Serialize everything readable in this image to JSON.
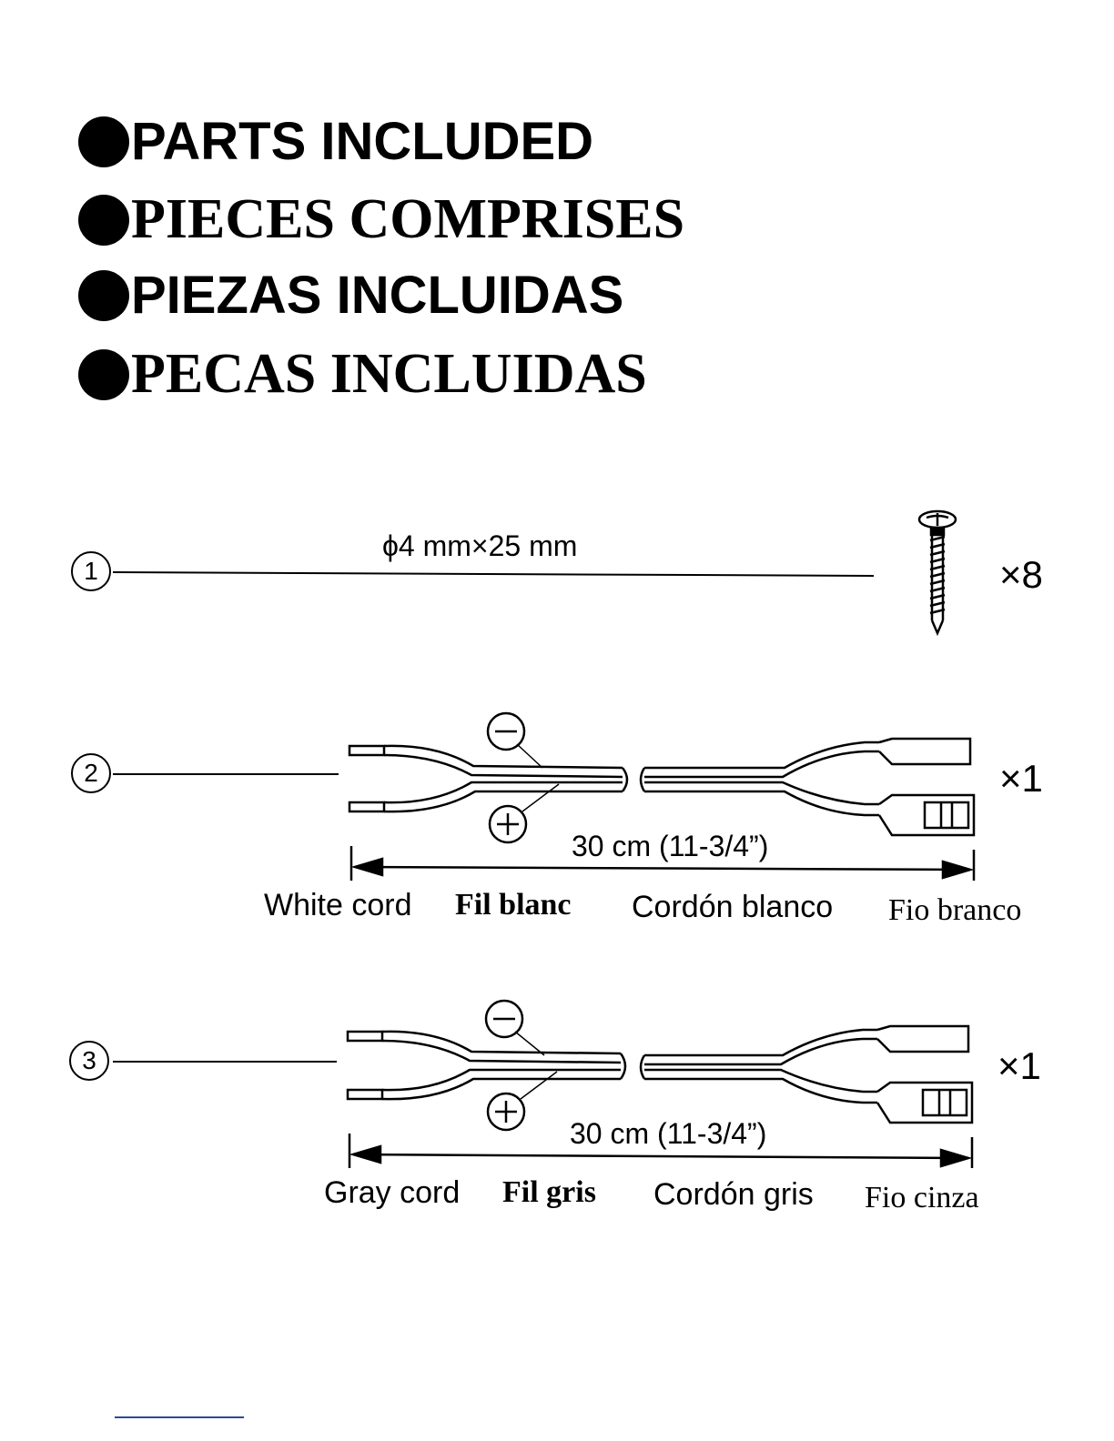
{
  "headings": [
    {
      "text": "PARTS INCLUDED"
    },
    {
      "text": "PIECES COMPRISES"
    },
    {
      "text": "PIEZAS INCLUIDAS"
    },
    {
      "text": "PECAS INCLUIDAS"
    }
  ],
  "parts": [
    {
      "number": "1",
      "spec": "ϕ4 mm×25 mm",
      "quantity": "×8",
      "icon": "screw-icon"
    },
    {
      "number": "2",
      "length": "30 cm (11-3/4”)",
      "quantity": "×1",
      "icon": "speaker-cord-icon",
      "names": [
        "White cord",
        "Fil blanc",
        "Cordón blanco",
        "Fio branco"
      ]
    },
    {
      "number": "3",
      "length": "30 cm (11-3/4”)",
      "quantity": "×1",
      "icon": "speaker-cord-icon",
      "names": [
        "Gray cord",
        "Fil gris",
        "Cordón gris",
        "Fio cinza"
      ]
    }
  ]
}
